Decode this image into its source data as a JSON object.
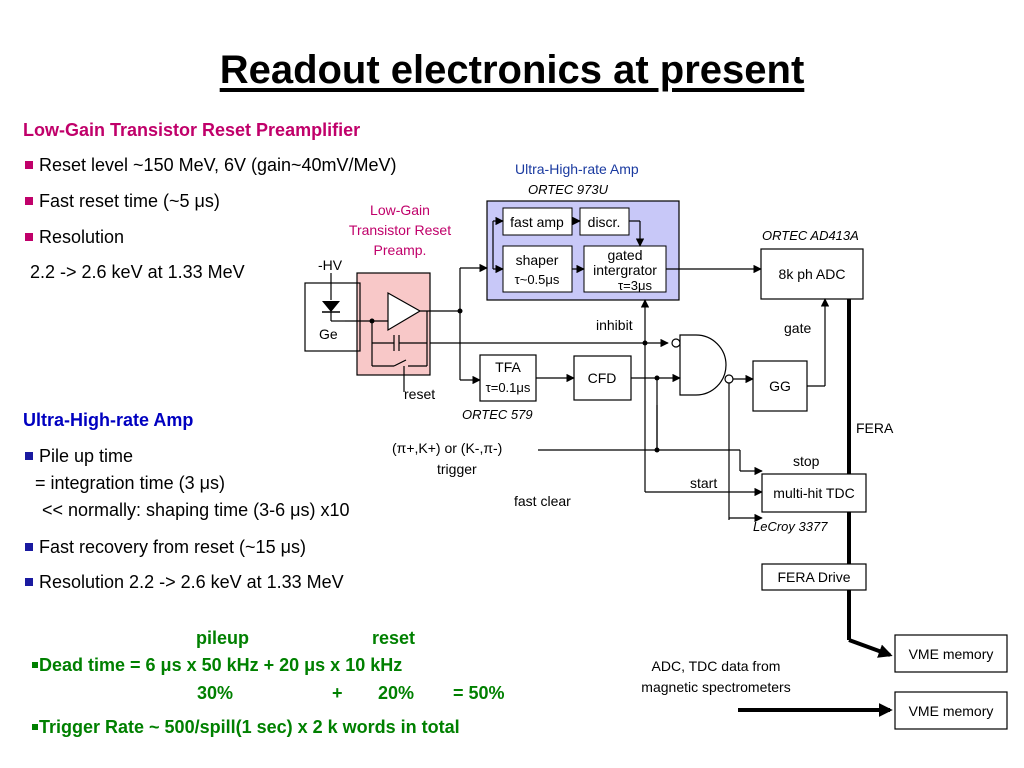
{
  "title": "Readout electronics at present",
  "left": {
    "section1": {
      "heading": "Low-Gain Transistor Reset Preamplifier",
      "bullets": [
        "Reset level ~150 MeV, 6V  (gain~40mV/MeV)",
        "Fast reset time (~5 μs)",
        "Resolution"
      ],
      "resolution_detail": "2.2 -> 2.6 keV at 1.33 MeV"
    },
    "section2": {
      "heading": "Ultra-High-rate Amp",
      "bullet1": "Pile up time",
      "line2": "= integration time (3 μs)",
      "line3": "<< normally: shaping time (3-6 μs) x10",
      "bullet2": "Fast recovery from reset (~15 μs)",
      "bullet3": "Resolution 2.2 -> 2.6 keV at 1.33 MeV"
    },
    "deadtime": {
      "pileup": "pileup",
      "reset": "reset",
      "formula": "Dead time = 6 μs x 50 kHz + 20 μs x 10 kHz",
      "pct1": "30%",
      "plus": "+",
      "pct2": "20%",
      "result": "= 50%"
    },
    "trigger_rate": "Trigger Rate ~ 500/spill(1 sec) x 2 k words in total"
  },
  "diagram": {
    "uha_title": "Ultra-High-rate Amp",
    "uha_model": "ORTEC 973U",
    "fast_amp": "fast amp",
    "discr": "discr.",
    "shaper": "shaper",
    "shaper_tau": "τ~0.5μs",
    "gated1": "gated",
    "gated2": "intergrator",
    "gated_tau": "τ=3μs",
    "preamp_label": [
      "Low-Gain",
      "Transistor Reset",
      "Preamp."
    ],
    "hv": "-HV",
    "ge": "Ge",
    "reset": "reset",
    "adc_model": "ORTEC AD413A",
    "adc": "8k ph ADC",
    "inhibit": "inhibit",
    "gate": "gate",
    "tfa": "TFA",
    "tfa_tau": "τ=0.1μs",
    "tfa_model": "ORTEC 579",
    "cfd": "CFD",
    "gg": "GG",
    "fera": "FERA",
    "trigger1": "(π+,K+) or (K-,π-)",
    "trigger2": "trigger",
    "stop": "stop",
    "start": "start",
    "fast_clear": "fast clear",
    "tdc": "multi-hit TDC",
    "tdc_model": "LeCroy 3377",
    "fera_drive": "FERA Drive",
    "vme1": "VME memory",
    "vme2": "VME memory",
    "spectro1": "ADC, TDC data from",
    "spectro2": "magnetic spectrometers"
  }
}
